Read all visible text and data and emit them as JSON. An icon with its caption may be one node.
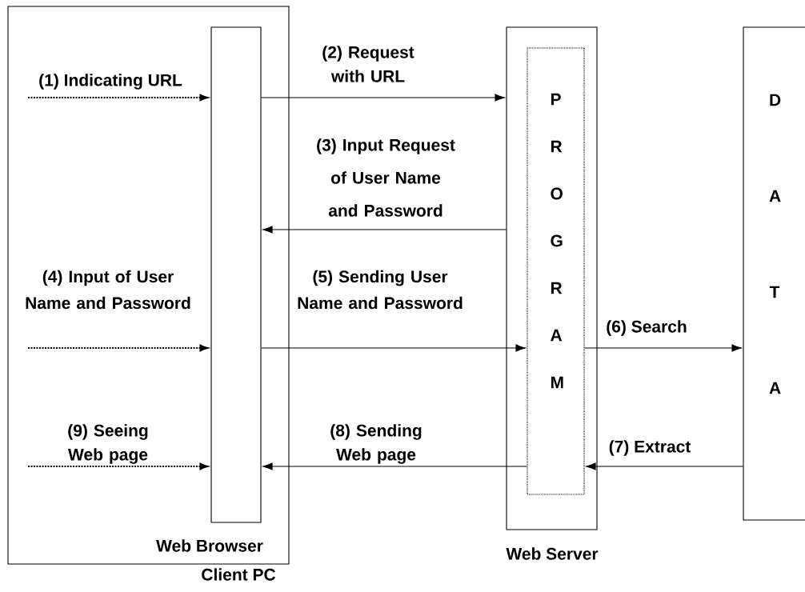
{
  "diagram": {
    "nodes": [
      {
        "text": [
          "Client PC"
        ]
      },
      {
        "text": [
          "Web Browser"
        ],
        "in": 0
      },
      {
        "text": [
          "Web Server"
        ]
      },
      {
        "text": [
          "P R O G R A M"
        ],
        "in": 2
      },
      {
        "text": [
          "D A T A"
        ]
      }
    ],
    "edges": [
      {
        "from": null,
        "to": 1,
        "arrow": "to",
        "label": "(1) Indicating URL",
        "style": "dashed"
      },
      {
        "from": 1,
        "to": 2,
        "arrow": "to",
        "label": "(2) Request with URL"
      },
      {
        "from": 2,
        "to": 1,
        "arrow": "to",
        "label": "(3) Input Request of User Name and Password"
      },
      {
        "from": null,
        "to": 1,
        "arrow": "to",
        "label": "(4) Input of User Name and Password",
        "style": "dashed"
      },
      {
        "from": 1,
        "to": 3,
        "arrow": "to",
        "label": "(5) Sending User Name and Password"
      },
      {
        "from": 3,
        "to": 4,
        "arrow": "to",
        "label": "(6) Search"
      },
      {
        "from": 4,
        "to": 3,
        "arrow": "to",
        "label": "(7) Extract"
      },
      {
        "from": 3,
        "to": 1,
        "arrow": "to",
        "label": "(8) Sending Web page"
      },
      {
        "from": null,
        "to": 1,
        "arrow": "to",
        "label": "(9) Seeing Web page",
        "style": "dashed"
      }
    ]
  }
}
